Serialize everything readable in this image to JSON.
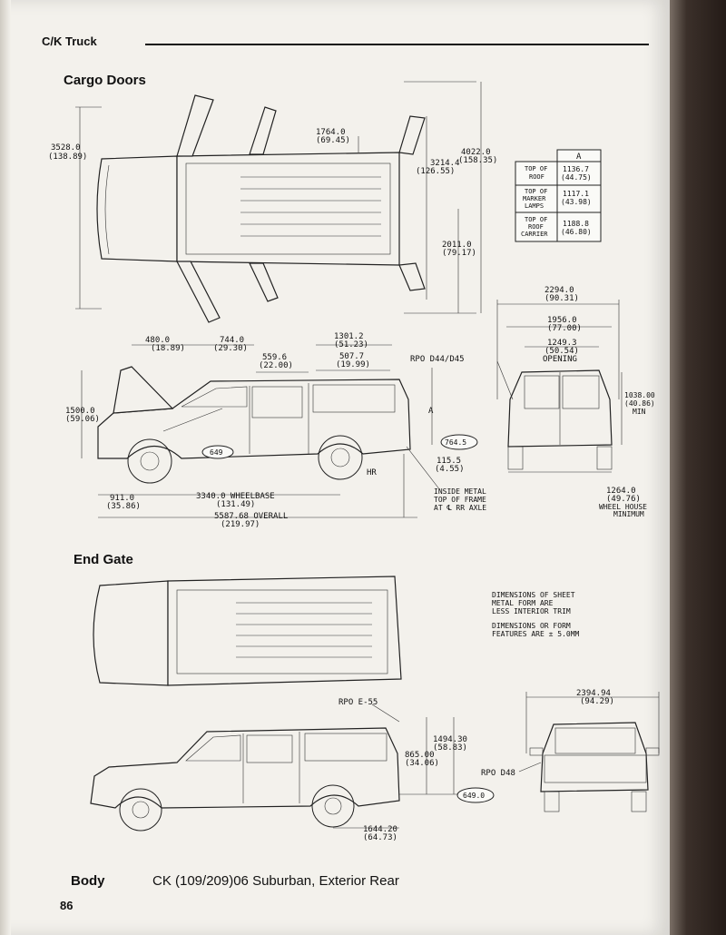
{
  "header": {
    "title": "C/K Truck"
  },
  "sections": {
    "cargo_doors": "Cargo Doors",
    "end_gate": "End Gate"
  },
  "footer": {
    "section": "Body",
    "caption": "CK (109/209)06 Suburban, Exterior Rear",
    "page_number": "86"
  },
  "cargo_top": {
    "width_label": "3528.0",
    "width_label_in": "(138.89)",
    "door_label": "1764.0",
    "door_label_in": "(69.45)",
    "swing_label": "3214.4",
    "swing_label_in": "(126.55)",
    "overall_label": "4022.0",
    "overall_label_in": "(158.35)",
    "rear_label": "2011.0",
    "rear_label_in": "(79.17)"
  },
  "height_table": {
    "col_header": "A",
    "rows": [
      {
        "label_1": "TOP OF",
        "label_2": "ROOF",
        "label_3": "",
        "value": "1136.7",
        "value_in": "(44.75)"
      },
      {
        "label_1": "TOP OF",
        "label_2": "MARKER",
        "label_3": "LAMPS",
        "value": "1117.1",
        "value_in": "(43.98)"
      },
      {
        "label_1": "TOP OF",
        "label_2": "ROOF",
        "label_3": "CARRIER",
        "value": "1188.8",
        "value_in": "(46.80)"
      }
    ]
  },
  "cargo_side": {
    "d480": "480.0",
    "d480_in": "(18.89)",
    "d744": "744.0",
    "d744_in": "(29.30)",
    "d559": "559.6",
    "d559_in": "(22.00)",
    "d1301": "1301.2",
    "d1301_in": "(51.23)",
    "d507": "507.7",
    "d507_in": "(19.99)",
    "d1500": "1500.0",
    "d1500_in": "(59.06)",
    "rpo": "RPO D44/D45",
    "label_a": "A",
    "hr": "HR",
    "badge_649": "649",
    "badge_764": "764.5",
    "d115": "115.5",
    "d115_in": "(4.55)",
    "note_1": "INSIDE METAL",
    "note_2": "TOP OF FRAME",
    "note_3": "AT ℄ RR AXLE",
    "d911": "911.0",
    "d911_in": "(35.86)",
    "wheelbase": "3340.0 WHEELBASE",
    "wheelbase_in": "(131.49)",
    "overall": "5587.68 OVERALL",
    "overall_in": "(219.97)"
  },
  "cargo_rear": {
    "w2294": "2294.0",
    "w2294_in": "(90.31)",
    "w1956": "1956.0",
    "w1956_in": "(77.00)",
    "w1249": "1249.3",
    "w1249_in": "(50.54)",
    "opening": "OPENING",
    "h1038": "1038.00",
    "h1038_in": "(40.86)",
    "h1038_min": "MIN",
    "w1264": "1264.0",
    "w1264_in": "(49.76)",
    "wheel_house_1": "WHEEL HOUSE",
    "wheel_house_2": "MINIMUM"
  },
  "notes": {
    "n1": "DIMENSIONS OF SHEET",
    "n2": "METAL FORM ARE",
    "n3": "LESS INTERIOR TRIM",
    "n4": "DIMENSIONS OR FORM",
    "n5": "FEATURES ARE ± 5.0MM"
  },
  "endgate_side": {
    "rpo": "RPO E-55",
    "d1494": "1494.30",
    "d1494_in": "(58.83)",
    "d865": "865.00",
    "d865_in": "(34.06)",
    "badge_649": "649.0",
    "d1644": "1644.20",
    "d1644_in": "(64.73)"
  },
  "endgate_rear": {
    "w2394": "2394.94",
    "w2394_in": "(94.29)",
    "rpo": "RPO D48"
  }
}
